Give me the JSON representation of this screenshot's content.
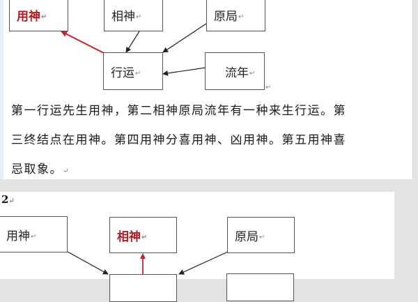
{
  "diagram1": {
    "nodes": {
      "yongshen": {
        "label": "用神",
        "highlight": true
      },
      "xiangshen": {
        "label": "相神",
        "highlight": false
      },
      "yuanju": {
        "label": "原局",
        "highlight": false
      },
      "xingyun": {
        "label": "行运",
        "highlight": false
      },
      "liunian": {
        "label": "流年",
        "highlight": false
      }
    },
    "edges": [
      {
        "from": "xingyun",
        "to": "yongshen",
        "color": "#c0282e"
      },
      {
        "from": "xiangshen",
        "to": "xingyun",
        "color": "#222222"
      },
      {
        "from": "yuanju",
        "to": "xingyun",
        "color": "#222222"
      },
      {
        "from": "liunian",
        "to": "xingyun",
        "color": "#222222"
      }
    ]
  },
  "description": {
    "lines": [
      "第一行运先生用神，第二相神原局流年有一种来生行运。第",
      "三终结点在用神。第四用神分喜用神、凶用神。第五用神喜",
      "忌取象。"
    ]
  },
  "section2": {
    "label": "2",
    "nodes": {
      "yongshen": {
        "label": "用神",
        "highlight": false
      },
      "xiangshen": {
        "label": "相神",
        "highlight": true
      },
      "yuanju": {
        "label": "原局",
        "highlight": false
      }
    },
    "edges": [
      {
        "from": "center",
        "to": "xiangshen",
        "color": "#c0282e"
      },
      {
        "from": "yongshen",
        "to": "center",
        "color": "#222222"
      },
      {
        "from": "yuanju",
        "to": "center",
        "color": "#222222"
      }
    ]
  },
  "marks": {
    "paragraph": "↵"
  },
  "colors": {
    "highlight": "#b01c22",
    "page_bg": "#ffffff",
    "workspace_bg": "#e3e3e3"
  }
}
